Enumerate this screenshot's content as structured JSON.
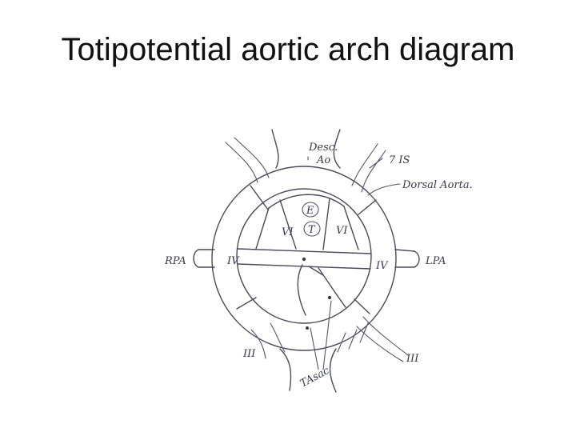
{
  "slide": {
    "title": "Totipotential aortic arch diagram"
  },
  "diagram": {
    "labels": {
      "desc_ao_line1": "Desc.",
      "desc_ao_line2": "Ao",
      "seventh_is": "7 IS",
      "dorsal_aorta": "Dorsal Aorta.",
      "rpa": "RPA",
      "lpa": "LPA",
      "iv_left": "IV",
      "iv_right": "IV",
      "vi_left": "VI",
      "vi_right": "VI",
      "e": "E",
      "t": "T",
      "iii_left": "III",
      "iii_right": "III",
      "tasac": "TAsac"
    }
  }
}
